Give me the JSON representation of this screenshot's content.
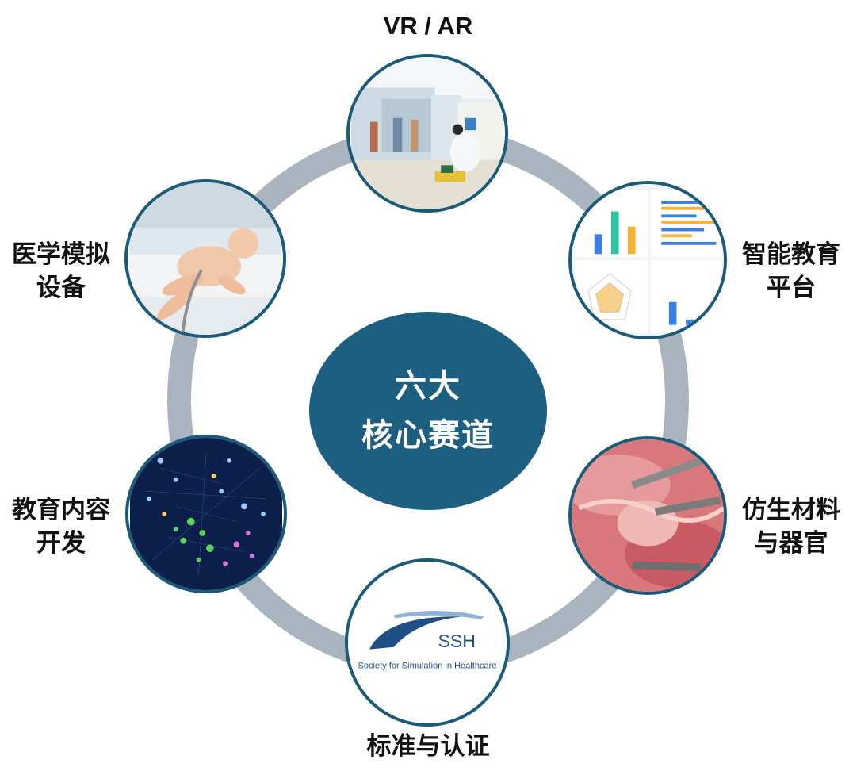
{
  "center": {
    "line1": "六大",
    "line2": "核心赛道"
  },
  "tracks": [
    {
      "id": "vr",
      "label_lines": [
        "VR / AR"
      ]
    },
    {
      "id": "platform",
      "label_lines": [
        "智能教育",
        "平台"
      ]
    },
    {
      "id": "biomaterials",
      "label_lines": [
        "仿生材料",
        "与器官"
      ]
    },
    {
      "id": "standards",
      "label_lines": [
        "标准与认证"
      ]
    },
    {
      "id": "content",
      "label_lines": [
        "教育内容",
        "开发"
      ]
    },
    {
      "id": "simulation",
      "label_lines": [
        "医学模拟",
        "设备"
      ]
    }
  ],
  "ssh_logo": {
    "abbr": "SSH",
    "full_name": "Society for Simulation in Healthcare"
  },
  "colors": {
    "ring": "#a9b4be",
    "center": "#1d5f80",
    "node_border": "#1c5a79"
  }
}
